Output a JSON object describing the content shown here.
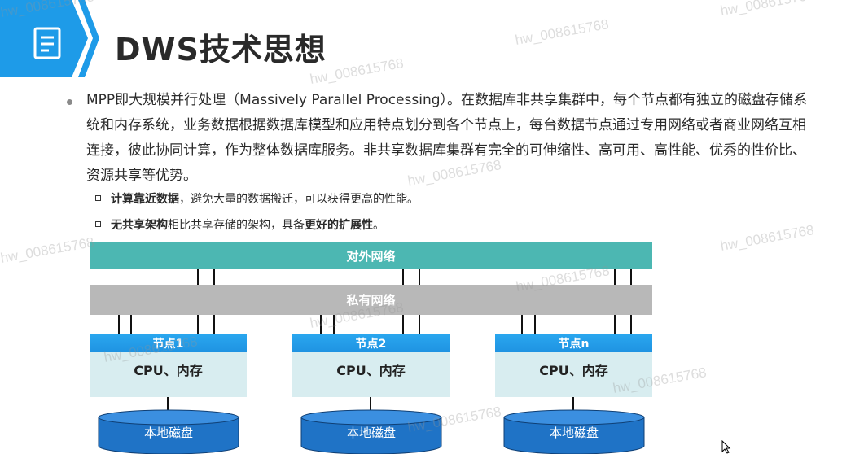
{
  "title": "DWS技术思想",
  "paragraph": "MPP即大规模并行处理（Massively Parallel Processing）。在数据库非共享集群中，每个节点都有独立的磁盘存储系统和内存系统，业务数据根据数据库模型和应用特点划分到各个节点上，每台数据节点通过专用网络或者商业网络互相连接，彼此协同计算，作为整体数据库服务。非共享数据库集群有完全的可伸缩性、高可用、高性能、优秀的性价比、资源共享等优势。",
  "sub_bullets": [
    {
      "bold": "计算靠近数据",
      "rest": "，避免大量的数据搬迁，可以获得更高的性能。",
      "bold2": "",
      "rest2": ""
    },
    {
      "bold": "无共享架构",
      "rest": "相比共享存储的架构，具备",
      "bold2": "更好的扩展性",
      "rest2": "。"
    }
  ],
  "diagram": {
    "external_network": "对外网络",
    "private_network": "私有网络",
    "nodes": [
      {
        "name": "节点1",
        "content": "CPU、内存",
        "disk": "本地磁盘"
      },
      {
        "name": "节点2",
        "content": "CPU、内存",
        "disk": "本地磁盘"
      },
      {
        "name": "节点n",
        "content": "CPU、内存",
        "disk": "本地磁盘"
      }
    ]
  },
  "watermark": "hw_008615768",
  "colors": {
    "external_network": "#4cb7b2",
    "private_network": "#b8b8b8",
    "node_header": "#2aa7ef",
    "node_body": "#d8edf0",
    "disk": "#1f73c6",
    "header_blue": "#1e9be8"
  }
}
